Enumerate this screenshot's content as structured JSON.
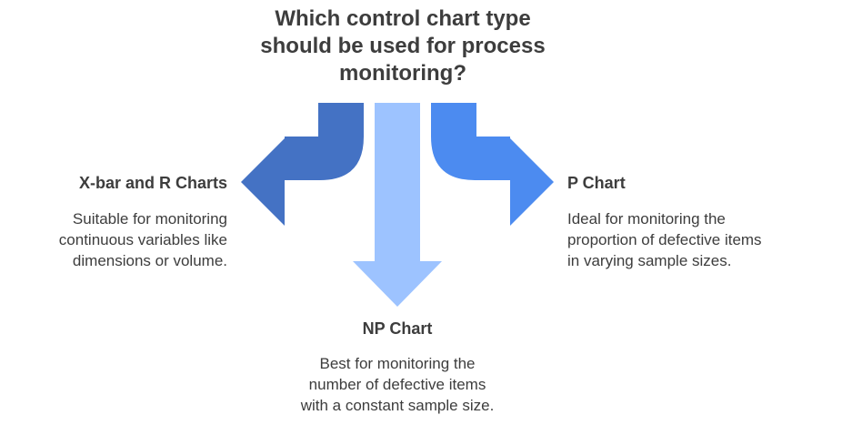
{
  "title": {
    "lines": [
      "Which control chart type",
      "should be used for process",
      "monitoring?"
    ]
  },
  "options": {
    "left": {
      "heading": "X-bar and R Charts",
      "lines": [
        "Suitable for monitoring",
        "continuous variables like",
        "dimensions or volume."
      ],
      "color": "#4472C4"
    },
    "center": {
      "heading": "NP Chart",
      "lines": [
        "Best for monitoring the",
        "number of defective items",
        "with a constant sample size."
      ],
      "color": "#9DC3FF"
    },
    "right": {
      "heading": "P Chart",
      "lines": [
        "Ideal for monitoring the",
        "proportion of defective items",
        "in varying sample sizes."
      ],
      "color": "#4C8BF0"
    }
  }
}
